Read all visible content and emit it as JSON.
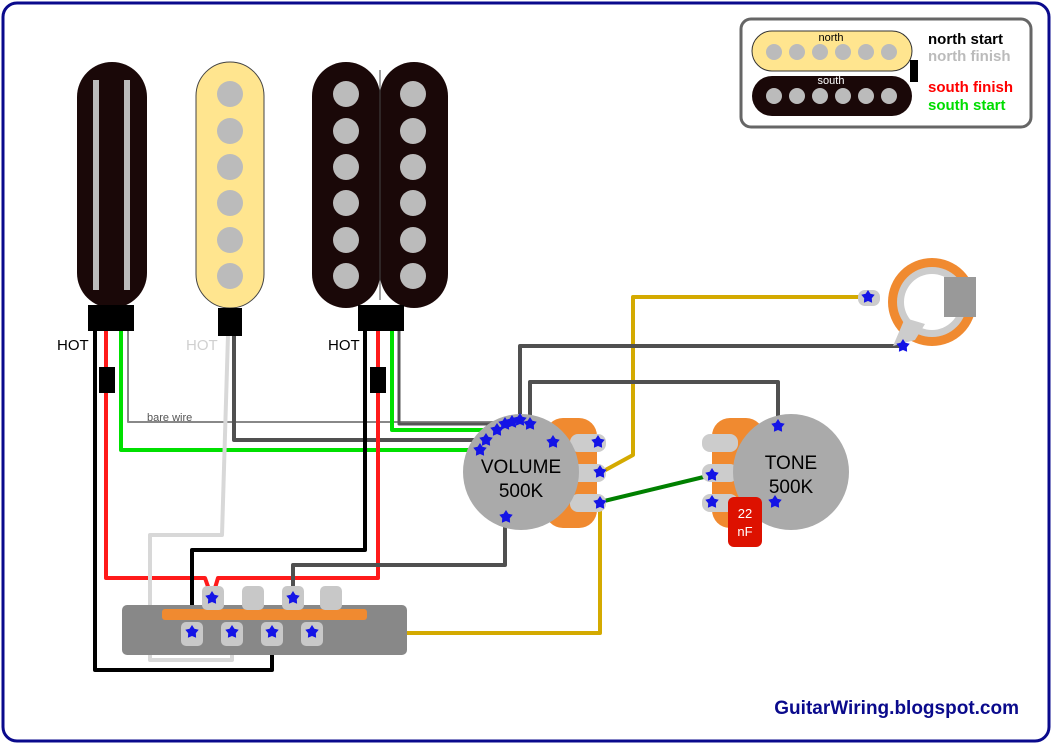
{
  "pickups": {
    "neck_hot_label": "HOT",
    "middle_hot_label": "HOT",
    "bridge_hot_label": "HOT",
    "bare_wire_label": "bare wire"
  },
  "legend": {
    "north_coil_label": "north",
    "south_coil_label": "south",
    "north_start": "north start",
    "north_finish": "north finish",
    "south_finish": "south finish",
    "south_start": "south start",
    "colors": {
      "north_start": "#000000",
      "north_finish": "#bbbbbb",
      "south_finish": "#ff0000",
      "south_start": "#00dd00"
    }
  },
  "volume_pot": {
    "label_line1": "VOLUME",
    "label_line2": "500K"
  },
  "tone_pot": {
    "label_line1": "TONE",
    "label_line2": "500K"
  },
  "capacitor": {
    "label_line1": "22",
    "label_line2": "nF"
  },
  "credit": "GuitarWiring.blogspot.com",
  "colors": {
    "frame": "#0a0a8c",
    "pickup_black": "#1a0808",
    "pickup_cream": "#ffe58f",
    "pole": "#bbbbbb",
    "pot": "#aaaaaa",
    "pot_orange": "#f08a30",
    "solder": "#1414e6",
    "wire_yellow": "#d4aa00",
    "wire_grey": "#505050",
    "wire_green": "#008000",
    "cap_red": "#dd1100"
  }
}
